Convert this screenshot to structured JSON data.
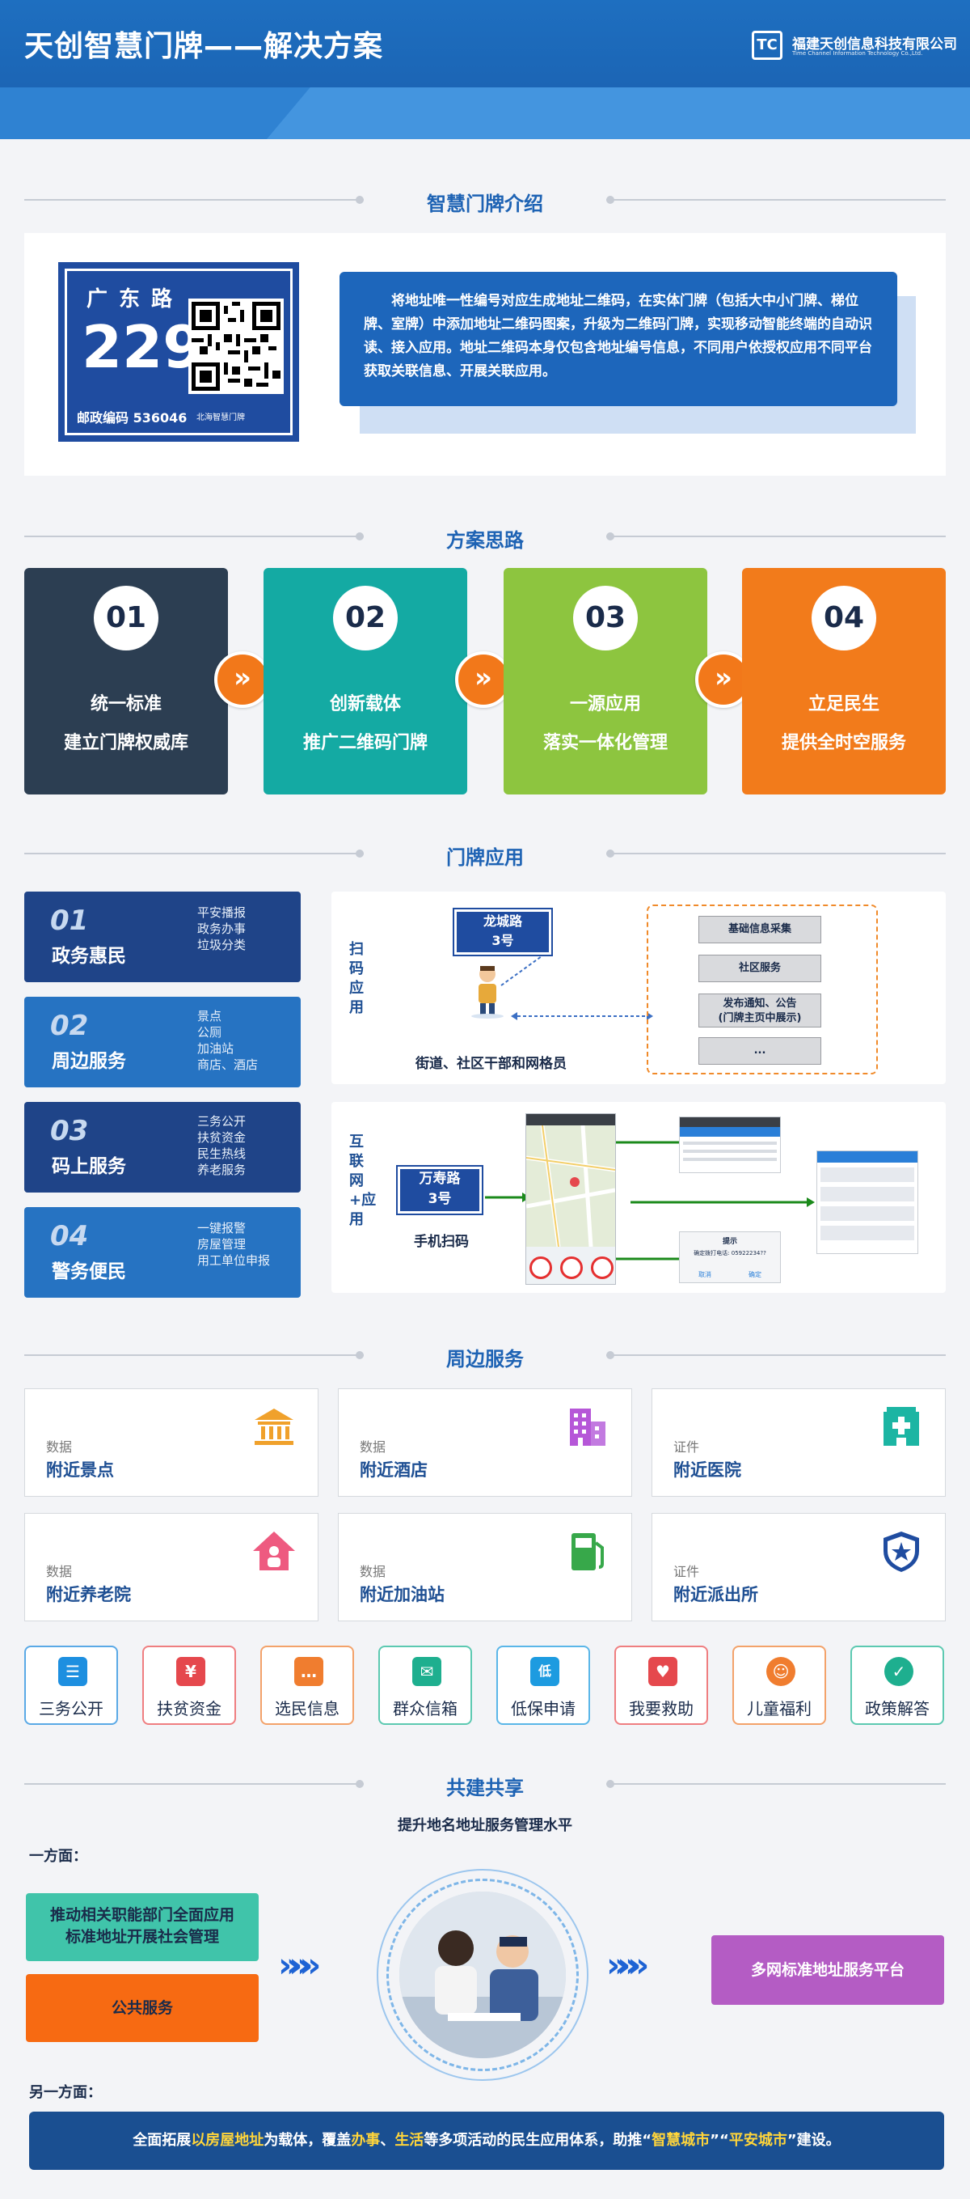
{
  "header": {
    "title": "天创智慧门牌——解决方案",
    "logo_mark": "TC",
    "logo_cn": "福建天创信息科技有限公司",
    "logo_en": "Time Channel Information Technology Co.,Ltd."
  },
  "sections": {
    "intro": "智慧门牌介绍",
    "idea": "方案思路",
    "apps": "门牌应用",
    "nearby": "周边服务",
    "share": "共建共享"
  },
  "plate": {
    "road": "广东路",
    "number": "229",
    "postcode": "邮政编码 536046",
    "sub": "北海智慧门牌"
  },
  "intro_text": "将地址唯一性编号对应生成地址二维码，在实体门牌（包括大中小门牌、梯位牌、室牌）中添加地址二维码图案，升级为二维码门牌，实现移动智能终端的自动识读、接入应用。地址二维码本身仅包含地址编号信息，不同用户依授权应用不同平台获取关联信息、开展关联应用。",
  "steps": [
    {
      "no": "01",
      "line1": "统一标准",
      "line2": "建立门牌权威库",
      "color": "#2c3e52"
    },
    {
      "no": "02",
      "line1": "创新载体",
      "line2": "推广二维码门牌",
      "color": "#14aaa3"
    },
    {
      "no": "03",
      "line1": "一源应用",
      "line2": "落实一体化管理",
      "color": "#8dc53f"
    },
    {
      "no": "04",
      "line1": "立足民生",
      "line2": "提供全时空服务",
      "color": "#f27b1b"
    }
  ],
  "step_arrow": "»",
  "apps": [
    {
      "no": "01",
      "name": "政务惠民",
      "items": [
        "平安播报",
        "政务办事",
        "垃圾分类"
      ],
      "color": "#1f4488"
    },
    {
      "no": "02",
      "name": "周边服务",
      "items": [
        "景点",
        "公厕",
        "加油站",
        "商店、酒店"
      ],
      "color": "#2673c2"
    },
    {
      "no": "03",
      "name": "码上服务",
      "items": [
        "三务公开",
        "扶贫资金",
        "民生热线",
        "养老服务"
      ],
      "color": "#1f4488"
    },
    {
      "no": "04",
      "name": "警务便民",
      "items": [
        "一键报警",
        "房屋管理",
        "用工单位申报"
      ],
      "color": "#2673c2"
    }
  ],
  "scan_panel": {
    "label": "扫码应用",
    "road": "龙城路",
    "no": "3号",
    "caption": "街道、社区干部和网格员",
    "boxes": [
      "基础信息采集",
      "社区服务",
      "发布通知、公告\n(门牌主页中展示)",
      "..."
    ]
  },
  "internet_panel": {
    "label": "互联网+应用",
    "road": "万寿路",
    "no": "3号",
    "caption": "手机扫码",
    "dialog_title": "提示",
    "dialog_text": "确定拨打电话: 05922234??",
    "dialog_cancel": "取消",
    "dialog_ok": "确定"
  },
  "services": [
    {
      "cat": "数据",
      "name": "附近景点",
      "icon": "temple-icon",
      "color": "#f0a12b"
    },
    {
      "cat": "数据",
      "name": "附近酒店",
      "icon": "hotel-icon",
      "color": "#b657d8"
    },
    {
      "cat": "证件",
      "name": "附近医院",
      "icon": "hospital-icon",
      "color": "#1cb5a3"
    },
    {
      "cat": "数据",
      "name": "附近养老院",
      "icon": "elderly-home-icon",
      "color": "#ee5a80"
    },
    {
      "cat": "数据",
      "name": "附近加油站",
      "icon": "gas-station-icon",
      "color": "#37a84a"
    },
    {
      "cat": "证件",
      "name": "附近派出所",
      "icon": "police-badge-icon",
      "color": "#1f4ca0"
    }
  ],
  "mini_services": [
    {
      "label": "三务公开",
      "icon": "clipboard-icon",
      "glyph": "☰",
      "color": "#1d8fe0",
      "border": "#5aa9e6"
    },
    {
      "label": "扶贫资金",
      "icon": "money-bag-icon",
      "glyph": "¥",
      "color": "#e5484d",
      "border": "#ef7e80"
    },
    {
      "label": "选民信息",
      "icon": "chat-icon",
      "glyph": "…",
      "color": "#f07d2f",
      "border": "#f3a26a"
    },
    {
      "label": "群众信箱",
      "icon": "mail-icon",
      "glyph": "✉",
      "color": "#1eaf8f",
      "border": "#5cc9b1"
    },
    {
      "label": "低保申请",
      "icon": "low-income-icon",
      "glyph": "低",
      "color": "#1d9be0",
      "border": "#5ab6e8"
    },
    {
      "label": "我要救助",
      "icon": "help-heart-icon",
      "glyph": "♥",
      "color": "#e5484d",
      "border": "#ef7e80"
    },
    {
      "label": "儿童福利",
      "icon": "child-icon",
      "glyph": "☺",
      "color": "#f07d2f",
      "border": "#f3a26a"
    },
    {
      "label": "政策解答",
      "icon": "policy-chat-icon",
      "glyph": "✓",
      "color": "#1eaf8f",
      "border": "#5cc9b1"
    }
  ],
  "share": {
    "subtitle": "提升地名地址服务管理水平",
    "one_side": "一方面：",
    "box1": "推动相关职能部门全面应用\n标准地址开展社会管理",
    "box2": "公共服务",
    "box3": "多网标准地址服务平台",
    "other_side": "另一方面：",
    "bottom_pre": "全面拓展",
    "bottom_h1": "以房屋地址",
    "bottom_mid1": "为载体，覆盖",
    "bottom_h2": "办事",
    "bottom_sep": "、",
    "bottom_h3": "生活",
    "bottom_mid2": "等多项活动的民生应用体系，助推“",
    "bottom_h4": "智慧城市",
    "bottom_mid3": "”“",
    "bottom_h5": "平安城市",
    "bottom_post": "”建设。"
  },
  "chevrons": "»»»"
}
